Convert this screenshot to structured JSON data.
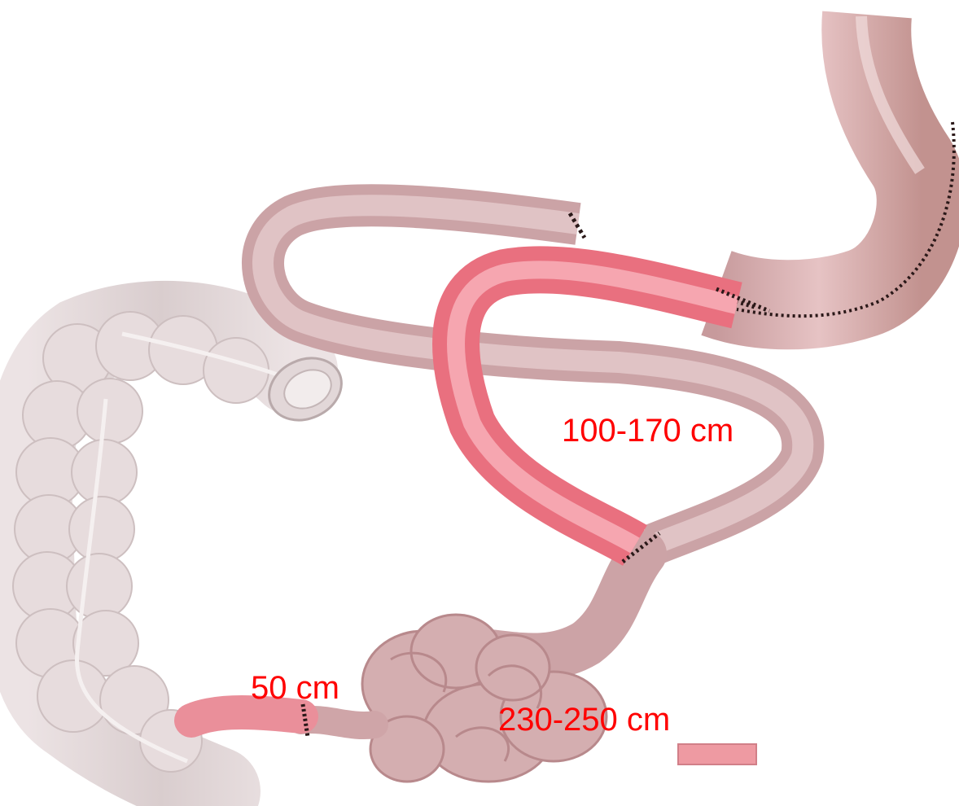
{
  "labels": {
    "limb_pink": "100-170 cm",
    "common_channel": "50 cm",
    "small_bowel_loops": "230-250 cm"
  },
  "colors": {
    "label_text": "#ff0000",
    "pink_limb": "#f07e8c",
    "bowel": "#d7aeb0",
    "colon": "#e4d9da",
    "staples": "#2a1818",
    "legend_swatch": "#ee9aa2"
  }
}
